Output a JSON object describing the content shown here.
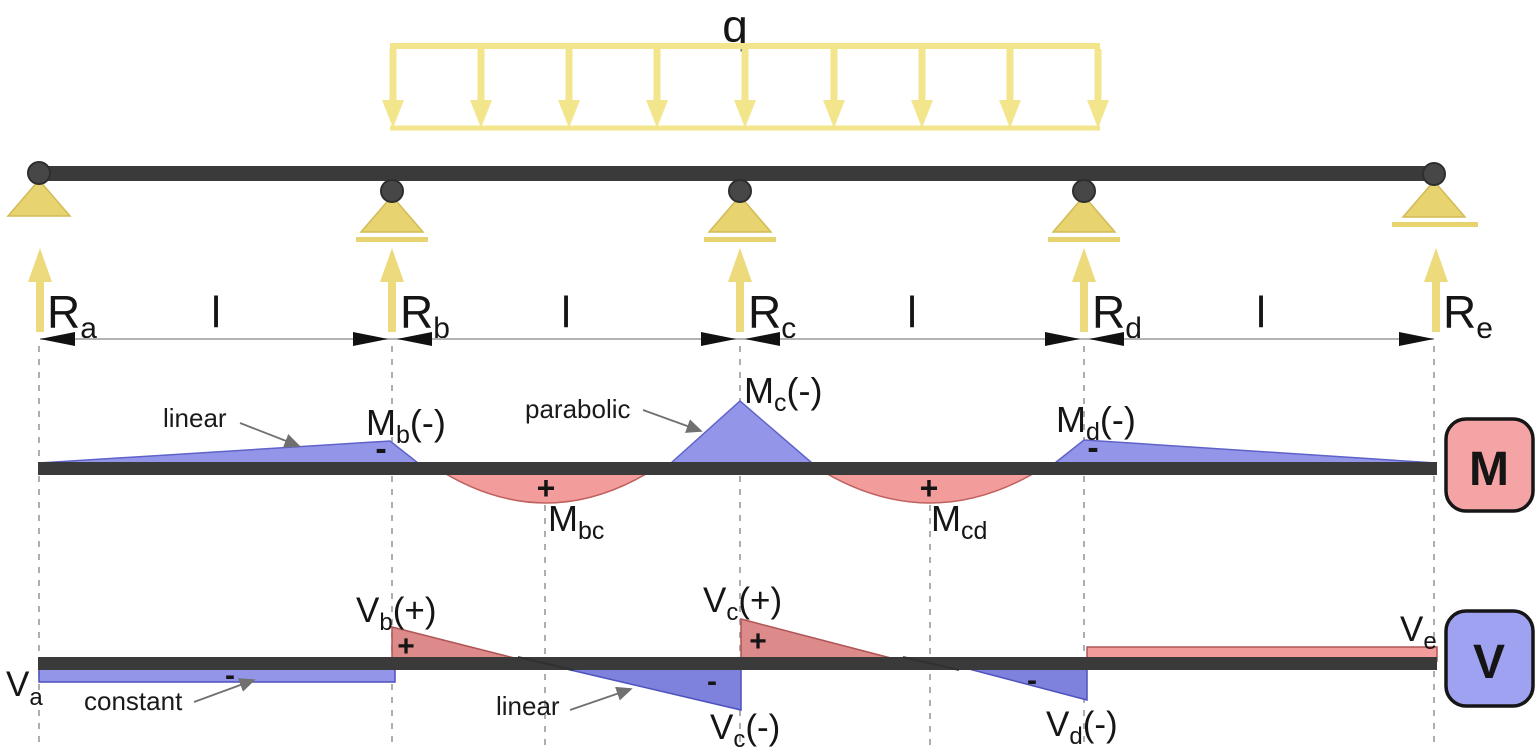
{
  "load": {
    "label": "q"
  },
  "reactions": {
    "a": {
      "pre": "R",
      "sub": "a"
    },
    "b": {
      "pre": "R",
      "sub": "b"
    },
    "c": {
      "pre": "R",
      "sub": "c"
    },
    "d": {
      "pre": "R",
      "sub": "d"
    },
    "e": {
      "pre": "R",
      "sub": "e"
    }
  },
  "dimensions": {
    "l1": "l",
    "l2": "l",
    "l3": "l",
    "l4": "l"
  },
  "moment": {
    "badge": "M",
    "mb": {
      "pre": "M",
      "sub": "b",
      "post": "(-)"
    },
    "mc": {
      "pre": "M",
      "sub": "c",
      "post": "(-)"
    },
    "md": {
      "pre": "M",
      "sub": "d",
      "post": "(-)"
    },
    "mbc": {
      "pre": "M",
      "sub": "bc"
    },
    "mcd": {
      "pre": "M",
      "sub": "cd"
    },
    "sign_mb": "-",
    "sign_mbc": "+",
    "sign_mcd": "+",
    "sign_md": "-",
    "ann_linear": "linear",
    "ann_parabolic": "parabolic"
  },
  "shear": {
    "badge": "V",
    "va": {
      "pre": "V",
      "sub": "a"
    },
    "vb": {
      "pre": "V",
      "sub": "b",
      "post": "(+)"
    },
    "vc_pos": {
      "pre": "V",
      "sub": "c",
      "post": "(+)"
    },
    "vc_neg": {
      "pre": "V",
      "sub": "c",
      "post": "(-)"
    },
    "vd": {
      "pre": "V",
      "sub": "d",
      "post": "(-)"
    },
    "ve": {
      "pre": "V",
      "sub": "e"
    },
    "sign_ab": "-",
    "sign_b": "+",
    "sign_bc": "-",
    "sign_c": "+",
    "sign_cd": "-",
    "ann_constant": "constant",
    "ann_linear": "linear"
  },
  "colors": {
    "beam": "#3a3a3a",
    "pin_gray": "#474747",
    "support_yellow": "#e7d36f",
    "load_yellow": "#f2e58c",
    "reaction_yellow": "#ecda7d",
    "moment_blue": "#9396e8",
    "moment_red": "#f29c9c",
    "shear_red": "#dc8a8a",
    "shear_blue": "#7e82dd",
    "badge_m_fill": "#f4a4a4",
    "badge_v_fill": "#9fa2f0"
  }
}
